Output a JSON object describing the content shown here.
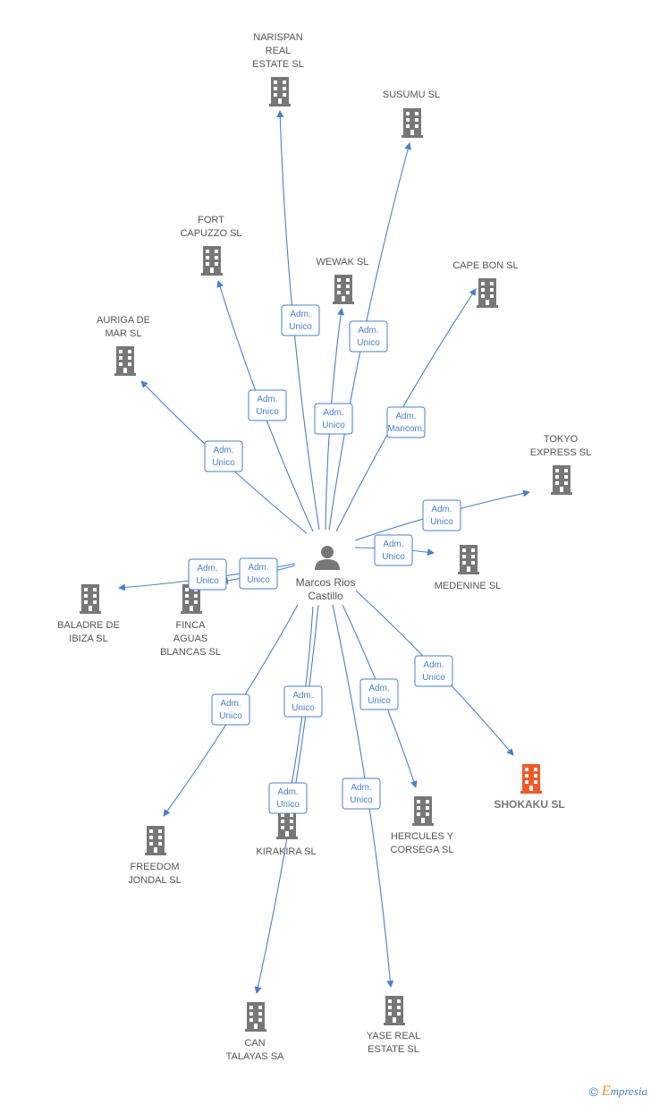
{
  "center": {
    "name_lines": [
      "Marcos Rios",
      "Castillo"
    ],
    "icon": "person-icon"
  },
  "colors": {
    "edge": "#4a7fd0",
    "building": "#777777",
    "highlight": "#f05a28"
  },
  "companies": [
    {
      "id": "narispan",
      "lines": [
        "NARISPAN",
        "REAL",
        "ESTATE  SL"
      ],
      "role": [
        "Adm.",
        "Unico"
      ],
      "highlight": false
    },
    {
      "id": "susumu",
      "lines": [
        "SUSUMU  SL"
      ],
      "role": [
        "Adm.",
        "Unico"
      ],
      "highlight": false
    },
    {
      "id": "fort-capuzzo",
      "lines": [
        "FORT",
        "CAPUZZO  SL"
      ],
      "role": [
        "Adm.",
        "Unico"
      ],
      "highlight": false
    },
    {
      "id": "wewak",
      "lines": [
        "WEWAK  SL"
      ],
      "role": [
        "Adm.",
        "Unico"
      ],
      "highlight": false
    },
    {
      "id": "cape-bon",
      "lines": [
        "CAPE BON  SL"
      ],
      "role": [
        "Adm.",
        "Mancom."
      ],
      "highlight": false
    },
    {
      "id": "auriga",
      "lines": [
        "AURIGA DE",
        "MAR  SL"
      ],
      "role": [
        "Adm.",
        "Unico"
      ],
      "highlight": false
    },
    {
      "id": "tokyo",
      "lines": [
        "TOKYO",
        "EXPRESS  SL"
      ],
      "role": [
        "Adm.",
        "Unico"
      ],
      "highlight": false
    },
    {
      "id": "medenine",
      "lines": [
        "MEDENINE  SL"
      ],
      "role": [
        "Adm.",
        "Unico"
      ],
      "highlight": false
    },
    {
      "id": "baladre",
      "lines": [
        "BALADRE DE",
        "IBIZA SL"
      ],
      "role": [
        "Adm.",
        "Unico"
      ],
      "highlight": false
    },
    {
      "id": "finca",
      "lines": [
        "FINCA",
        "AGUAS",
        "BLANCAS  SL"
      ],
      "role": [
        "Adm.",
        "Unico"
      ],
      "highlight": false
    },
    {
      "id": "shokaku",
      "lines": [
        "SHOKAKU  SL"
      ],
      "role": [
        "Adm.",
        "Unico"
      ],
      "highlight": true
    },
    {
      "id": "freedom",
      "lines": [
        "FREEDOM",
        "JONDAL  SL"
      ],
      "role": [
        "Adm.",
        "Unico"
      ],
      "highlight": false
    },
    {
      "id": "kirakira",
      "lines": [
        "KIRAKIRA  SL"
      ],
      "role": [
        "Adm.",
        "Unico"
      ],
      "highlight": false
    },
    {
      "id": "hercules",
      "lines": [
        "HERCULES Y",
        "CORSEGA  SL"
      ],
      "role": [
        "Adm.",
        "Unico"
      ],
      "highlight": false
    },
    {
      "id": "can-talayas",
      "lines": [
        "CAN",
        "TALAYAS SA"
      ],
      "role": [
        "Adm.",
        "Unico"
      ],
      "highlight": false
    },
    {
      "id": "yase",
      "lines": [
        "YASE REAL",
        "ESTATE  SL"
      ],
      "role": [
        "Adm.",
        "Unico"
      ],
      "highlight": false
    }
  ],
  "footer": {
    "copyright": "©",
    "brand_initial": "E",
    "brand_rest": "mpresia"
  }
}
